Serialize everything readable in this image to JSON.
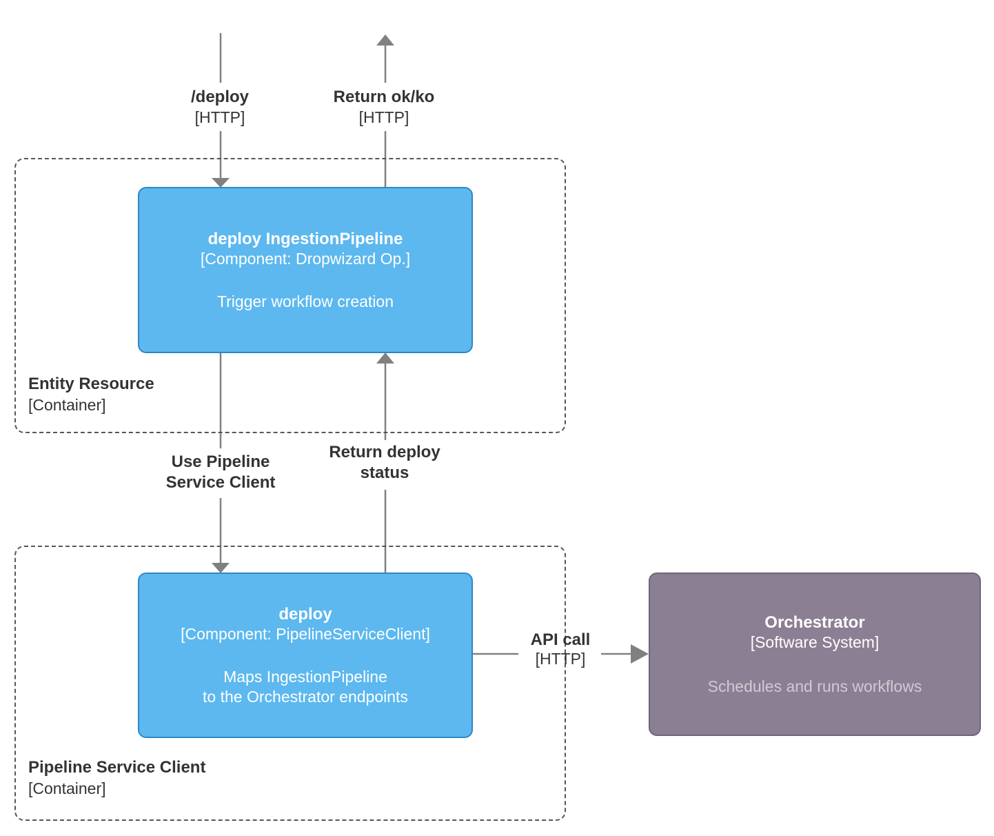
{
  "diagram": {
    "type": "c4-component-diagram",
    "colors": {
      "component_fill": "#5CB8EF",
      "component_stroke": "#2E87C6",
      "system_fill": "#8B7F94",
      "system_stroke": "#6F6478",
      "boundary_stroke": "#565656",
      "arrow_stroke": "#808080",
      "text": "#333333",
      "node_text": "#FFFFFF",
      "system_desc_text": "#CFCBD3"
    },
    "boundaries": [
      {
        "id": "entity-resource",
        "name": "Entity Resource",
        "type": "[Container]"
      },
      {
        "id": "pipeline-service-client",
        "name": "Pipeline Service Client",
        "type": "[Container]"
      }
    ],
    "nodes": [
      {
        "id": "deploy-ingestion-pipeline",
        "title": "deploy IngestionPipeline",
        "type": "[Component: Dropwizard Op.]",
        "description": "Trigger workflow creation",
        "style": "component"
      },
      {
        "id": "deploy-pipeline-service-client",
        "title": "deploy",
        "type": "[Component: PipelineServiceClient]",
        "description": "Maps IngestionPipeline\nto the Orchestrator endpoints",
        "description_line1": "Maps IngestionPipeline",
        "description_line2": "to the Orchestrator endpoints",
        "style": "component"
      },
      {
        "id": "orchestrator",
        "title": "Orchestrator",
        "type": "[Software System]",
        "description": "Schedules and runs workflows",
        "style": "system"
      }
    ],
    "relationships": [
      {
        "id": "deploy-request",
        "name": "/deploy",
        "technology": "[HTTP]",
        "direction": "down"
      },
      {
        "id": "return-ok-ko",
        "name": "Return ok/ko",
        "technology": "[HTTP]",
        "direction": "up"
      },
      {
        "id": "use-pipeline-service-client",
        "name": "Use Pipeline\nService Client",
        "name_line1": "Use Pipeline",
        "name_line2": "Service Client",
        "technology": "",
        "direction": "down"
      },
      {
        "id": "return-deploy-status",
        "name": "Return deploy\nstatus",
        "name_line1": "Return deploy",
        "name_line2": "status",
        "technology": "",
        "direction": "up"
      },
      {
        "id": "api-call",
        "name": "API call",
        "technology": "[HTTP]",
        "direction": "right"
      }
    ]
  }
}
